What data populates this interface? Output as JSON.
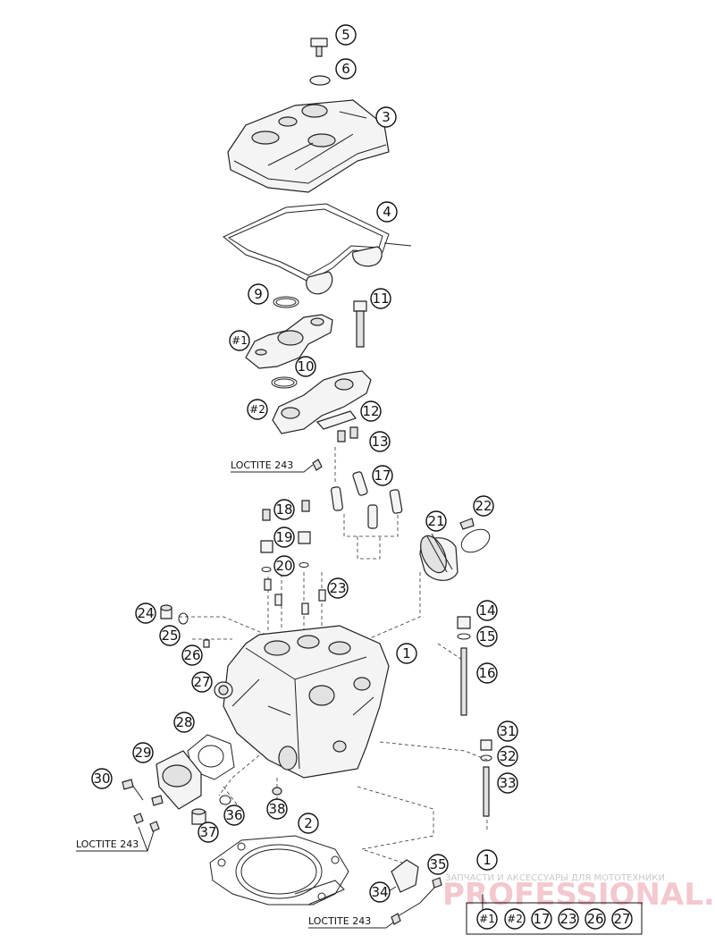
{
  "diagram": {
    "callouts": [
      "5",
      "6",
      "3",
      "4",
      "9",
      "11",
      "#1",
      "10",
      "#2",
      "12",
      "13",
      "17",
      "18",
      "22",
      "21",
      "19",
      "20",
      "23",
      "24",
      "25",
      "26",
      "14",
      "15",
      "1",
      "27",
      "16",
      "28",
      "31",
      "29",
      "32",
      "30",
      "33",
      "36",
      "38",
      "2",
      "37",
      "1",
      "35",
      "34"
    ],
    "loctite_label": "LOCTITE 243",
    "kit_contents": [
      "#1",
      "#2",
      "17",
      "23",
      "26",
      "27"
    ],
    "watermark": {
      "line1": "ЗАПЧАСТИ И АКСЕССУАРЫ ДЛЯ МОТОТЕХНИКИ",
      "line2": "PROFESSIONAL.RU"
    }
  }
}
